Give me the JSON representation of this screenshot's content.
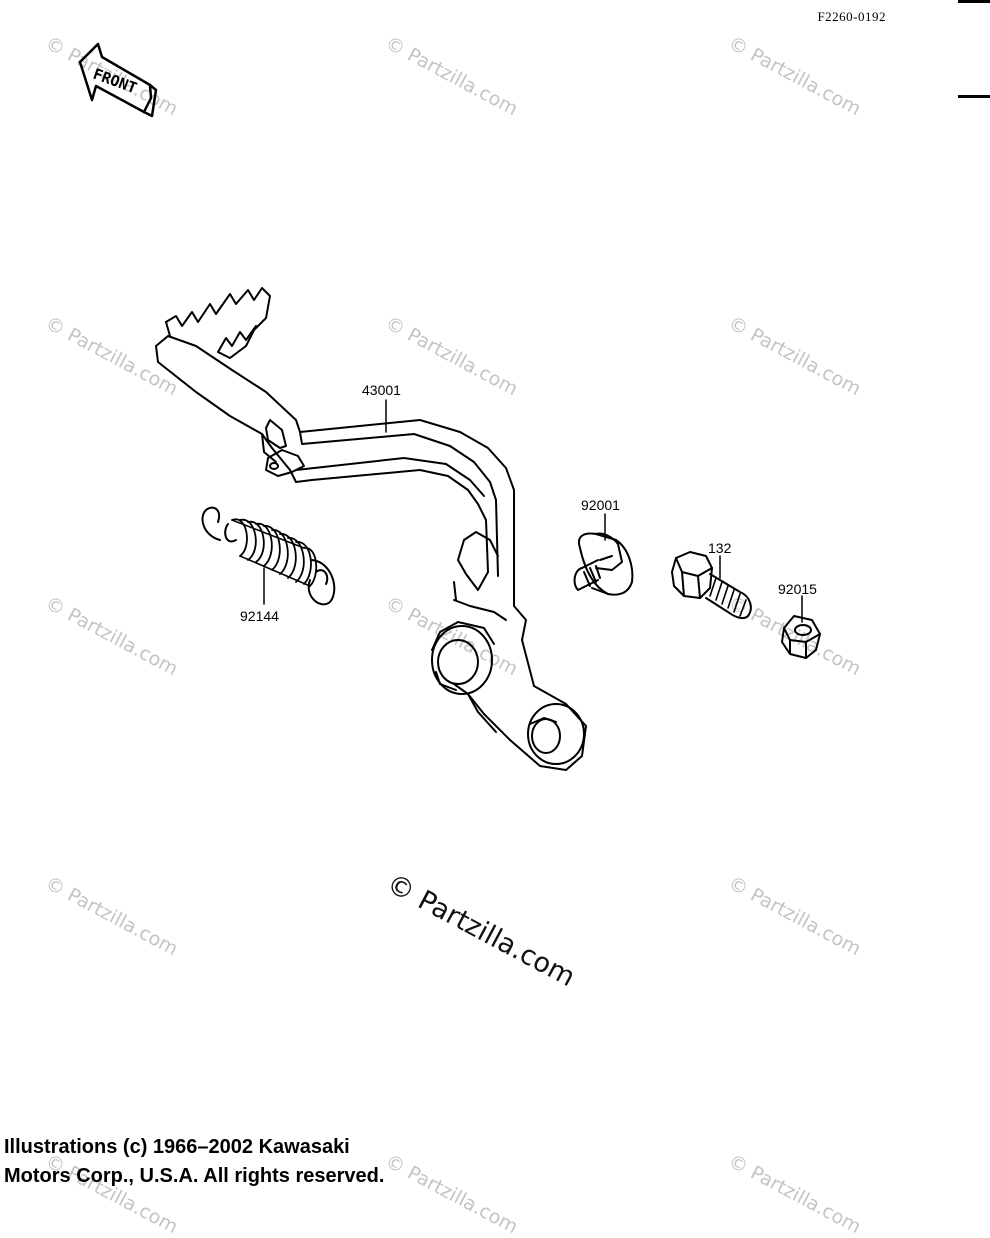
{
  "drawing_code": "F2260-0192",
  "front_arrow_label": "FRONT",
  "parts": [
    {
      "number": "43001",
      "name": "brake-pedal"
    },
    {
      "number": "92144",
      "name": "return-spring"
    },
    {
      "number": "92001",
      "name": "flange-bolt"
    },
    {
      "number": "132",
      "name": "bolt"
    },
    {
      "number": "92015",
      "name": "nut"
    }
  ],
  "watermark": "© Partzilla.com",
  "copyright_lines": [
    "Illustrations (c) 1966–2002 Kawasaki",
    "Motors Corp., U.S.A.  All rights reserved."
  ]
}
